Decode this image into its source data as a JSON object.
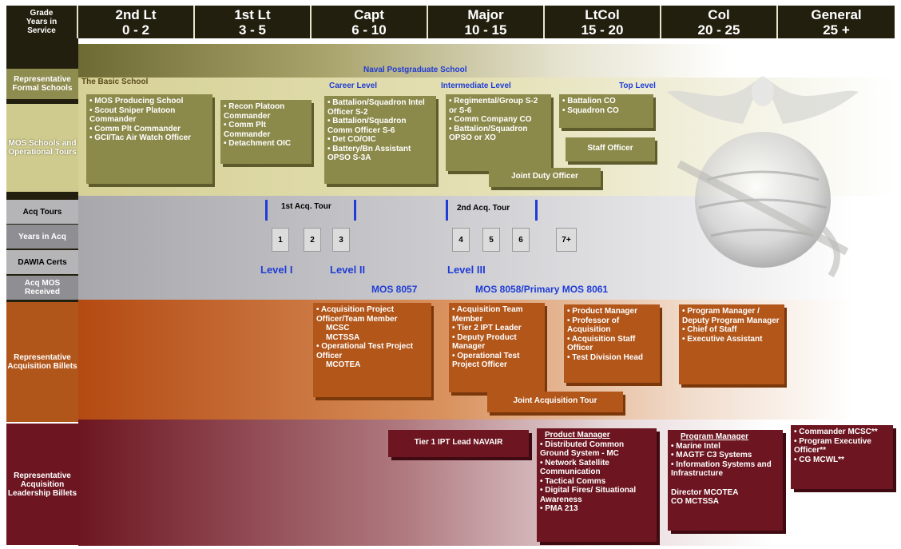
{
  "header": {
    "first": [
      "Grade",
      "Years in",
      "Service"
    ],
    "ranks": [
      {
        "grade": "2nd Lt",
        "years": "0 - 2"
      },
      {
        "grade": "1st Lt",
        "years": "3 - 5"
      },
      {
        "grade": "Capt",
        "years": "6 - 10"
      },
      {
        "grade": "Major",
        "years": "10 - 15"
      },
      {
        "grade": "LtCol",
        "years": "15 - 20"
      },
      {
        "grade": "Col",
        "years": "20 - 25"
      },
      {
        "grade": "General",
        "years": "25 +"
      }
    ]
  },
  "left_labels": {
    "formal_schools": "Representative Formal Schools",
    "mos_schools": "MOS Schools and Operational Tours",
    "acq_tours": "Acq Tours",
    "years_in_acq": "Years in Acq",
    "dawia": "DAWIA Certs",
    "acq_mos": "Acq MOS Received",
    "acq_billets": "Representative Acquisition Billets",
    "leadership_billets": "Representative Acquisition Leadership Billets"
  },
  "schools": {
    "naval_pg": "Naval Postgraduate School",
    "basic": "The Basic School",
    "career": "Career Level",
    "intermediate": "Intermediate Level",
    "top": "Top Level"
  },
  "mos_boxes": {
    "b1": [
      "MOS Producing School",
      "Scout Sniper Platoon Commander",
      "Comm Plt Commander",
      "GCI/Tac Air Watch Officer"
    ],
    "b2": [
      "Recon Platoon Commander",
      "Comm Plt Commander",
      "Detachment OIC"
    ],
    "b3": [
      "Battalion/Squadron Intel Officer S-2",
      "Battalion/Squadron Comm Officer S-6",
      "Det CO/OIC",
      "Battery/Bn Assistant OPSO S-3A"
    ],
    "b4": [
      "Regimental/Group S-2 or S-6",
      "Comm Company CO",
      "Battalion/Squadron OPSO or XO"
    ],
    "b5": [
      "Battalion CO",
      "Squadron CO"
    ],
    "staff": "Staff Officer",
    "joint": "Joint Duty Officer"
  },
  "acq": {
    "tour1": "1st Acq. Tour",
    "tour2": "2nd Acq. Tour",
    "years": [
      "1",
      "2",
      "3",
      "4",
      "5",
      "6",
      "7+"
    ],
    "level1": "Level I",
    "level2": "Level II",
    "level3": "Level III",
    "mos1": "MOS 8057",
    "mos2": "MOS 8058/Primary MOS 8061"
  },
  "acq_billets": {
    "b1": {
      "items": [
        "Acquisition Project Officer/Team Member"
      ],
      "sub": [
        "MCSC",
        "MCTSSA"
      ],
      "items2": [
        "Operational Test Project Officer"
      ],
      "sub2": [
        "MCOTEA"
      ]
    },
    "b2": [
      "Acquisition Team Member",
      "Tier 2 IPT Leader",
      "Deputy Product Manager",
      "Operational Test Project Officer"
    ],
    "b3": [
      "Product Manager",
      "Professor of Acquisition",
      "Acquisition Staff Officer",
      "Test Division Head"
    ],
    "b4": [
      "Program Manager / Deputy Program Manager",
      "Chief of Staff",
      "Executive Assistant"
    ],
    "joint": "Joint Acquisition Tour"
  },
  "leadership": {
    "tier1": "Tier 1 IPT Lead NAVAIR",
    "pm_title": "Product Manager",
    "pm_items": [
      "Distributed Common Ground System - MC",
      "Network Satellite Communication",
      "Tactical Comms",
      "Digital Fires/ Situational Awareness",
      "PMA 213"
    ],
    "prog_title": "Program Manager",
    "prog_items": [
      "Marine Intel",
      "MAGTF C3 Systems",
      "Information Systems and Infrastructure"
    ],
    "director": "Director MCOTEA",
    "co": "CO MCTSSA",
    "gen_items": [
      "Commander MCSC**",
      "Program Executive Officer**",
      "CG MCWL**"
    ]
  },
  "colors": {
    "header": "#231f0e",
    "olive": "#8c8a4a",
    "orange": "#b2561a",
    "maroon": "#6d1621",
    "blue": "#1f3cd6"
  }
}
